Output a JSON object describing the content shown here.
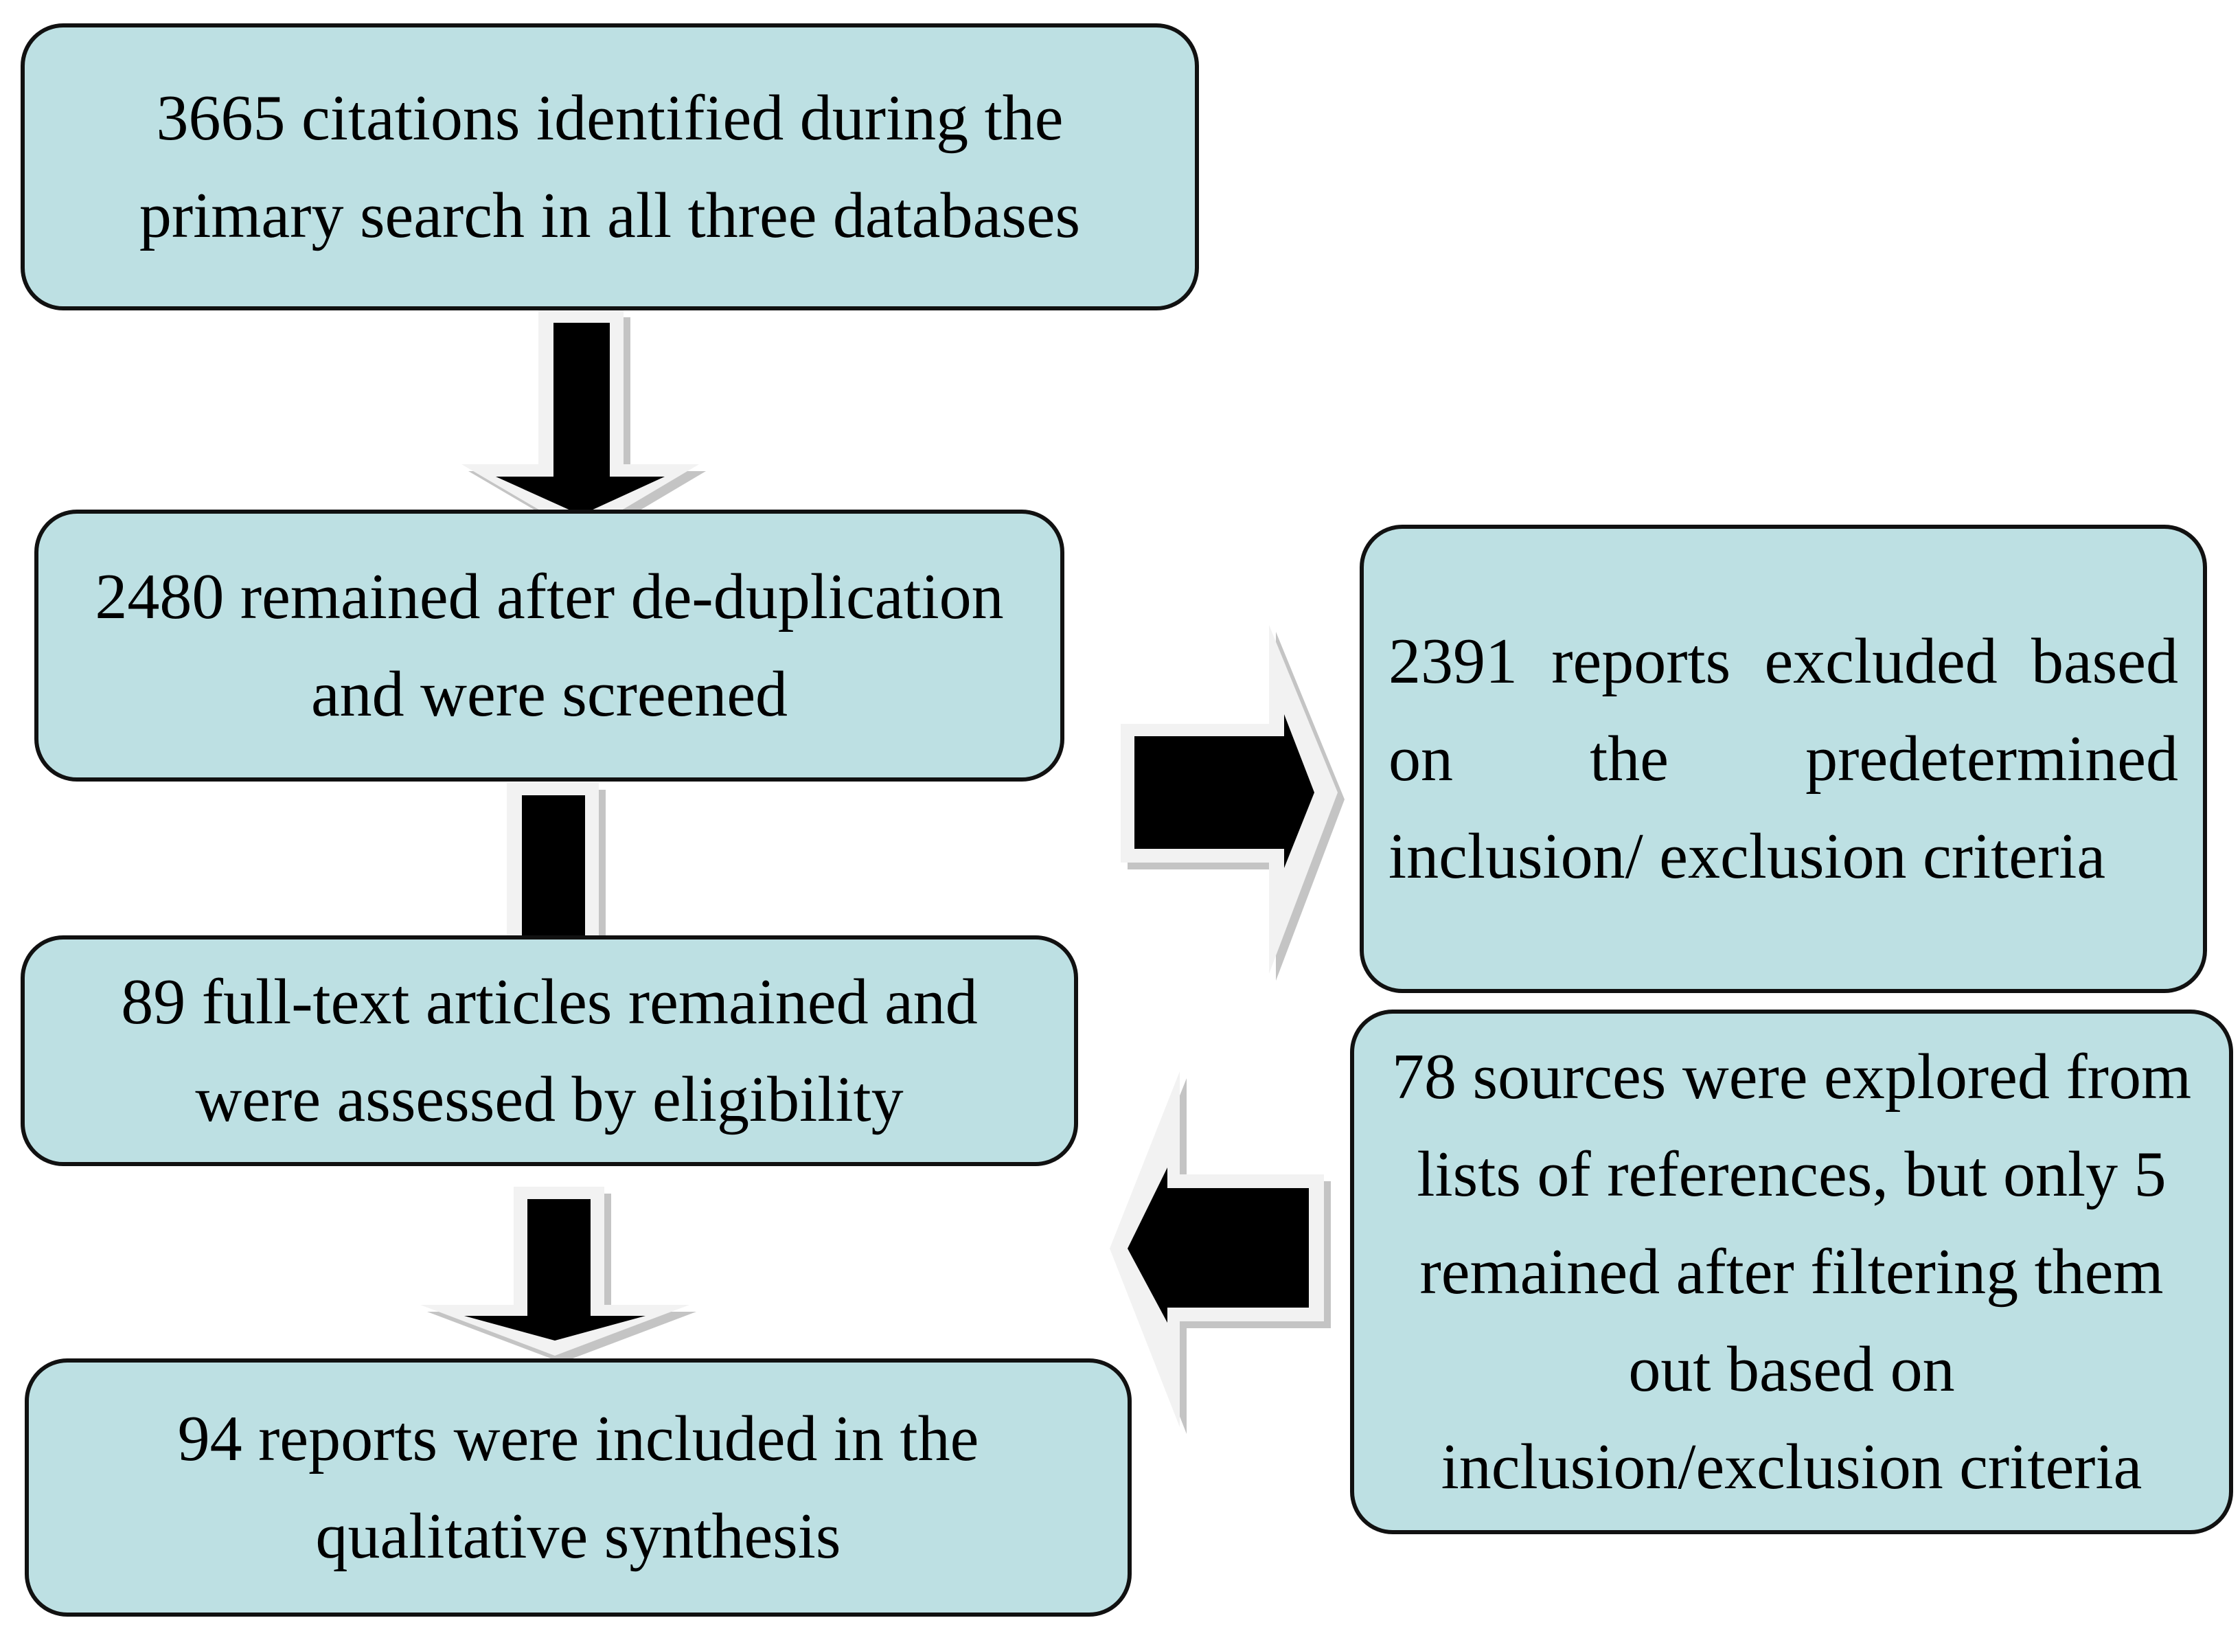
{
  "flowchart": {
    "identification": "3665 citations identified during the primary search in all three databases",
    "screening": "2480 remained after de-duplication and were screened",
    "eligibility": "89 full-text articles remained and were assessed by eligibility",
    "included": "94 reports were included in the qualitative synthesis",
    "excluded": "2391 reports excluded based on the predetermined inclusion/ exclusion criteria",
    "additional_sources": "78 sources were explored from lists of references, but only 5 remained after filtering them out based on inclusion/exclusion criteria"
  },
  "colors": {
    "box_fill": "#bde0e3",
    "box_border": "#111111",
    "arrow_fill": "#000000",
    "arrow_outline": "#f2f2f2",
    "arrow_shadow": "#c4c4c4"
  }
}
